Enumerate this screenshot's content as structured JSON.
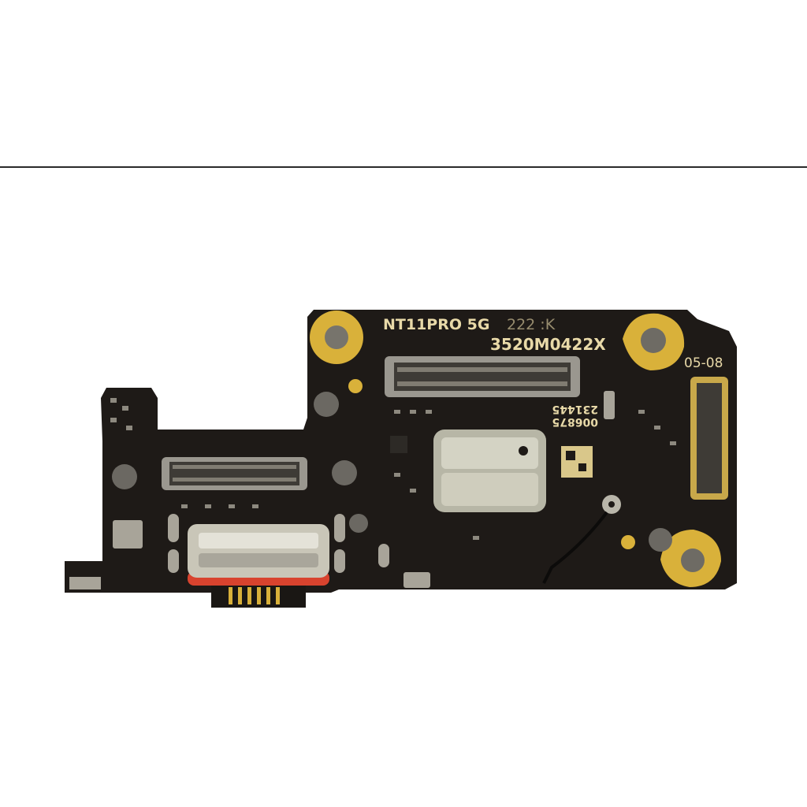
{
  "photo": {
    "subject": "charging-port-board",
    "colors": {
      "board": "#1e1a17",
      "gold": "#d9b13a",
      "silver": "#c9c6b8",
      "red": "#d8432e",
      "background": "#ffffff"
    },
    "silkscreen": {
      "model": "NT11PRO 5G",
      "code_faint": "222 :K",
      "part_number": "3520M0422X",
      "date": "05-08",
      "rotated_line1": "006875",
      "rotated_line2": "231445"
    }
  }
}
